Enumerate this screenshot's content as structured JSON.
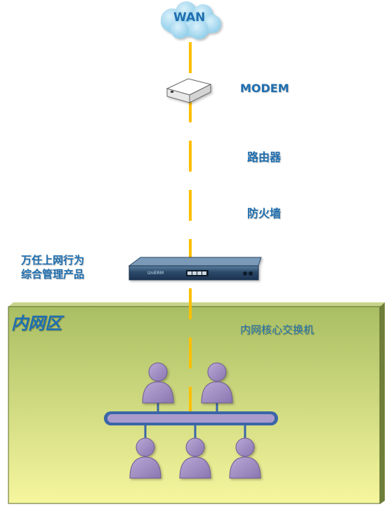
{
  "nodes": {
    "wan": "WAN",
    "modem": "MODEM",
    "router": "路由器",
    "firewall": "防火墙",
    "product": [
      "万任上网行为",
      "综合管理产品"
    ],
    "core_switch": "内网核心交换机"
  },
  "zone": {
    "title": "内网区"
  },
  "device": {
    "brand": "UniERM"
  },
  "colors": {
    "link": "#ffc000",
    "label": "#1f6fb0",
    "cloud": "#a8d8f0",
    "zone_top": "#a9be63",
    "zone_bottom": "#f6f69e",
    "users": "#9f8bc0",
    "switch_bar": "#a99ccc"
  }
}
